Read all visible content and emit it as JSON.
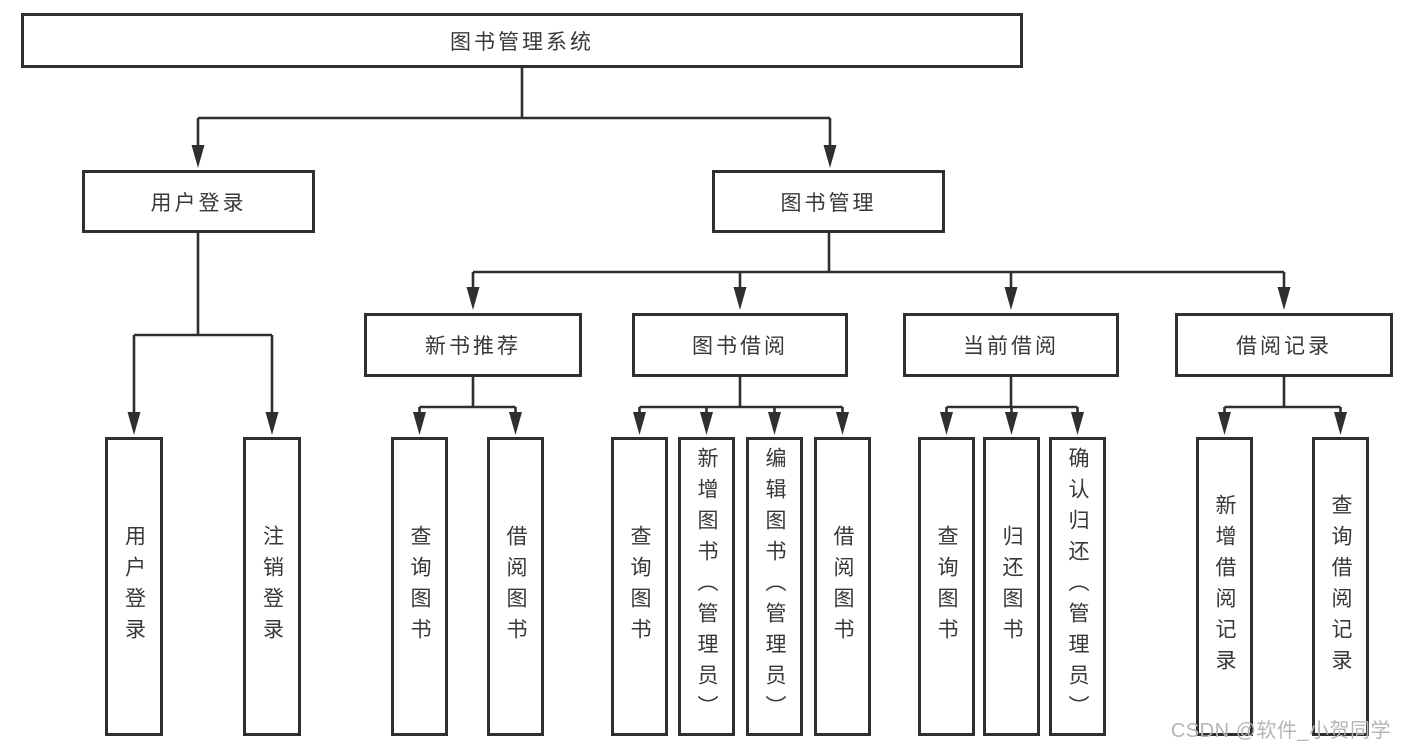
{
  "diagram": {
    "root": {
      "label": "图书管理系统"
    },
    "level2": [
      {
        "label": "用户登录"
      },
      {
        "label": "图书管理"
      }
    ],
    "level3": [
      {
        "label": "新书推荐"
      },
      {
        "label": "图书借阅"
      },
      {
        "label": "当前借阅"
      },
      {
        "label": "借阅记录"
      }
    ],
    "leaves": [
      {
        "label": "用户登录",
        "parent": "用户登录"
      },
      {
        "label": "注销登录",
        "parent": "用户登录"
      },
      {
        "label": "查询图书",
        "parent": "新书推荐"
      },
      {
        "label": "借阅图书",
        "parent": "新书推荐"
      },
      {
        "label": "查询图书",
        "parent": "图书借阅"
      },
      {
        "label": "新增图书（管理员）",
        "parent": "图书借阅"
      },
      {
        "label": "编辑图书（管理员）",
        "parent": "图书借阅"
      },
      {
        "label": "借阅图书",
        "parent": "图书借阅"
      },
      {
        "label": "查询图书",
        "parent": "当前借阅"
      },
      {
        "label": "归还图书",
        "parent": "当前借阅"
      },
      {
        "label": "确认归还（管理员）",
        "parent": "当前借阅"
      },
      {
        "label": "新增借阅记录",
        "parent": "借阅记录"
      },
      {
        "label": "查询借阅记录",
        "parent": "借阅记录"
      }
    ],
    "colors": {
      "line": "#2f2f2f",
      "text": "#383838",
      "background": "#ffffff"
    }
  },
  "watermark": {
    "text": "CSDN @软件_小贺同学",
    "color": "#b5b5b5"
  }
}
